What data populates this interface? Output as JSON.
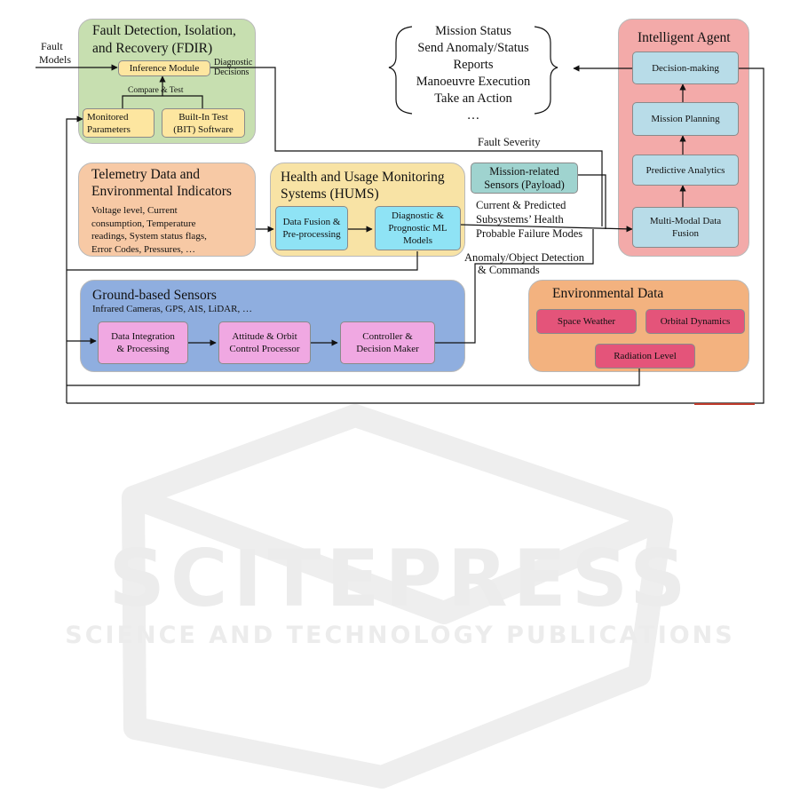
{
  "fdir": {
    "title_l1": "Fault Detection, Isolation,",
    "title_l2": "and Recovery (FDIR)",
    "fault_models_l1": "Fault",
    "fault_models_l2": "Models",
    "inference": "Inference Module",
    "diagnostic_l1": "Diagnostic",
    "diagnostic_l2": "Decisions",
    "compare": "Compare & Test",
    "monitored_l1": "Monitored",
    "monitored_l2": "Parameters",
    "bit_l1": "Built-In  Test",
    "bit_l2": "(BIT) Software"
  },
  "mission_status": {
    "lines": [
      "Mission Status",
      "Send Anomaly/Status",
      "Reports",
      "Manoeuvre Execution",
      "Take an Action",
      "…"
    ]
  },
  "agent": {
    "title": "Intelligent Agent",
    "decision": "Decision-making",
    "planning": "Mission Planning",
    "predictive": "Predictive Analytics",
    "fusion_l1": "Multi-Modal  Data",
    "fusion_l2": "Fusion"
  },
  "telemetry": {
    "title_l1": "Telemetry Data and",
    "title_l2": "Environmental Indicators",
    "desc_l1": "Voltage level,  Current",
    "desc_l2": "consumption, Temperature",
    "desc_l3": "readings, System status flags,",
    "desc_l4": "Error Codes, Pressures, …"
  },
  "hums": {
    "title_l1": "Health and Usage Monitoring",
    "title_l2": "Systems (HUMS)",
    "fusion_l1": "Data Fusion &",
    "fusion_l2": "Pre-processing",
    "diag_l1": "Diagnostic  &",
    "diag_l2": "Prognostic ML",
    "diag_l3": "Models"
  },
  "payload": {
    "l1": "Mission-related",
    "l2": "Sensors (Payload)"
  },
  "labels": {
    "fault_severity": "Fault Severity",
    "health_l1": "Current & Predicted",
    "health_l2": "Subsystems’ Health",
    "health_l3": "Probable Failure Modes",
    "anomaly_l1": "Anomaly/Object  Detection",
    "anomaly_l2": "& Commands"
  },
  "ground": {
    "title": "Ground-based Sensors",
    "desc": "Infrared Cameras, GPS, AIS, LiDAR,  …",
    "integration_l1": "Data Integration",
    "integration_l2": "& Processing",
    "attitude_l1": "Attitude & Orbit",
    "attitude_l2": "Control Processor",
    "controller_l1": "Controller &",
    "controller_l2": "Decision Maker"
  },
  "environment": {
    "title": "Environmental Data",
    "space_weather": "Space Weather",
    "orbital": "Orbital Dynamics",
    "radiation": "Radiation Level"
  },
  "watermark": {
    "line1": "SCITEPRESS",
    "line2": "SCIENCE AND TECHNOLOGY PUBLICATIONS"
  },
  "colors": {
    "fdir_bg": "#c7dfb0",
    "yellow_box": "#fde6a0",
    "agent_bg": "#f3aaa9",
    "agent_box": "#b8dce8",
    "telemetry_bg": "#f7c9a5",
    "hums_bg": "#f8e3a5",
    "cyan_box": "#8fe3f5",
    "payload_bg": "#9fd3cf",
    "ground_bg": "#8faedf",
    "pink_box": "#f0a8e2",
    "env_bg": "#f3b27f",
    "env_box": "#e4547a"
  }
}
